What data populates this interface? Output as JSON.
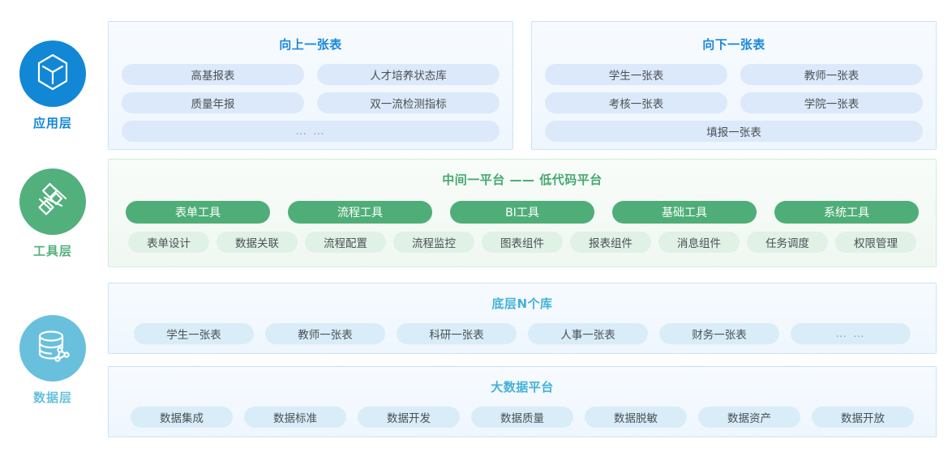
{
  "layers": [
    {
      "id": "application",
      "label": "应用层",
      "icon": "cube-icon",
      "color": "#1287d6"
    },
    {
      "id": "tool",
      "label": "工具层",
      "icon": "nodes-icon",
      "color": "#52b07d"
    },
    {
      "id": "data",
      "label": "数据层",
      "icon": "database-icon",
      "color": "#68c0dd"
    }
  ],
  "application_layer": {
    "panels": [
      {
        "title": "向上一张表",
        "rows": [
          [
            "高基报表",
            "人才培养状态库"
          ],
          [
            "质量年报",
            "双一流检测指标"
          ],
          [
            "… …"
          ]
        ]
      },
      {
        "title": "向下一张表",
        "rows": [
          [
            "学生一张表",
            "教师一张表"
          ],
          [
            "考核一张表",
            "学院一张表"
          ],
          [
            "填报一张表"
          ]
        ]
      }
    ]
  },
  "tool_layer": {
    "title": "中间一平台 —— 低代码平台",
    "tools": [
      "表单工具",
      "流程工具",
      "BI工具",
      "基础工具",
      "系统工具"
    ],
    "components": [
      "表单设计",
      "数据关联",
      "流程配置",
      "流程监控",
      "图表组件",
      "报表组件",
      "消息组件",
      "任务调度",
      "权限管理"
    ]
  },
  "data_layer": {
    "panels": [
      {
        "title": "底层N个库",
        "items": [
          "学生一张表",
          "教师一张表",
          "科研一张表",
          "人事一张表",
          "财务一张表",
          "… …"
        ]
      },
      {
        "title": "大数据平台",
        "items": [
          "数据集成",
          "数据标准",
          "数据开发",
          "数据质量",
          "数据脱敏",
          "数据资产",
          "数据开放"
        ]
      }
    ]
  }
}
